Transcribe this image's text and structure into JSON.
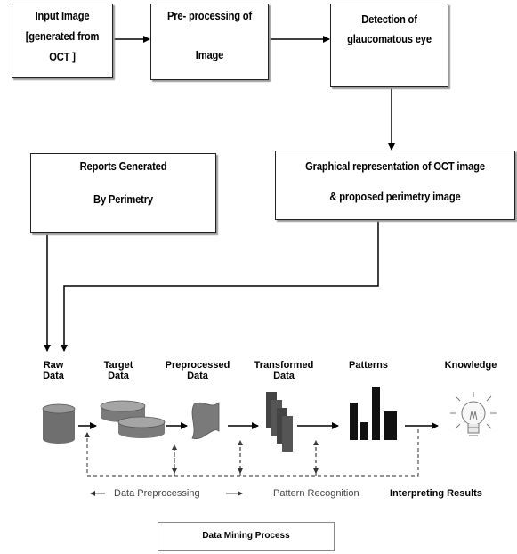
{
  "boxes": {
    "input": {
      "lines": [
        "Input Image",
        "[generated from",
        "OCT ]"
      ]
    },
    "preprocessing": {
      "lines": [
        "Pre- processing of",
        "Image"
      ]
    },
    "detection": {
      "lines": [
        "Detection of",
        "glaucomatous eye"
      ]
    },
    "reports": {
      "lines": [
        "Reports    Generated",
        "By Perimetry"
      ]
    },
    "graphical": {
      "lines": [
        "Graphical representation of OCT image",
        "& proposed perimetry image"
      ]
    }
  },
  "mining": {
    "stages": [
      {
        "lines": [
          "Raw",
          "Data"
        ]
      },
      {
        "lines": [
          "Target",
          "Data"
        ]
      },
      {
        "lines": [
          "Preprocessed",
          "Data"
        ]
      },
      {
        "lines": [
          "Transformed",
          "Data"
        ]
      },
      {
        "lines": [
          "Patterns"
        ]
      },
      {
        "lines": [
          "Knowledge"
        ]
      }
    ],
    "phases": {
      "preprocessing": "Data Preprocessing",
      "pattern": "Pattern Recognition",
      "interpreting": "Interpreting Results"
    },
    "caption": "Data Mining Process"
  }
}
